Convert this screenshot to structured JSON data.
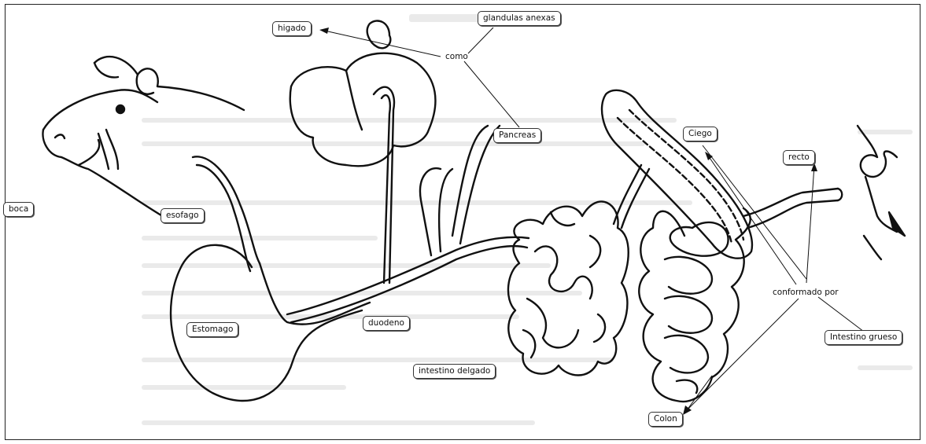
{
  "diagram": {
    "concepts": {
      "boca": "boca",
      "higado": "higado",
      "glandulas_anexas": "glandulas anexas",
      "pancreas": "Pancreas",
      "esofago": "esofago",
      "estomago": "Estomago",
      "duodeno": "duodeno",
      "intestino_delgado": "intestino delgado",
      "ciego": "Ciego",
      "recto": "recto",
      "intestino_grueso": "Intestino grueso",
      "colon": "Colon"
    },
    "linking_phrases": {
      "como": "como",
      "conformado_por": "conformado por"
    }
  }
}
